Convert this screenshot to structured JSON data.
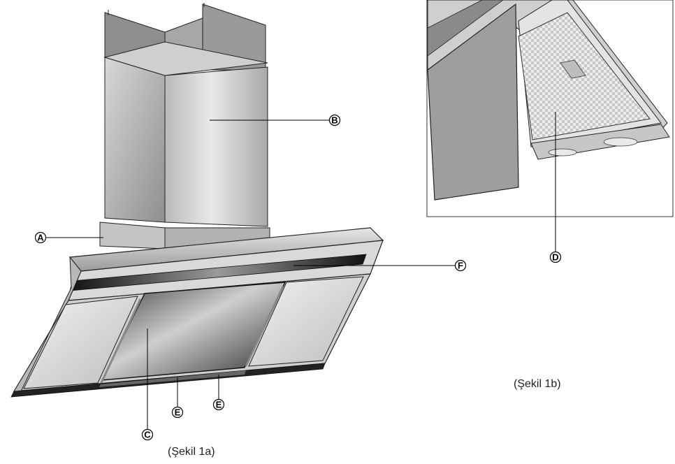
{
  "captions": {
    "figure_1a": "(Şekil 1a)",
    "figure_1b": "(Şekil 1b)"
  },
  "callouts": {
    "A": "A",
    "B": "B",
    "C": "C",
    "D": "D",
    "E1": "E",
    "E2": "E",
    "F": "F"
  }
}
